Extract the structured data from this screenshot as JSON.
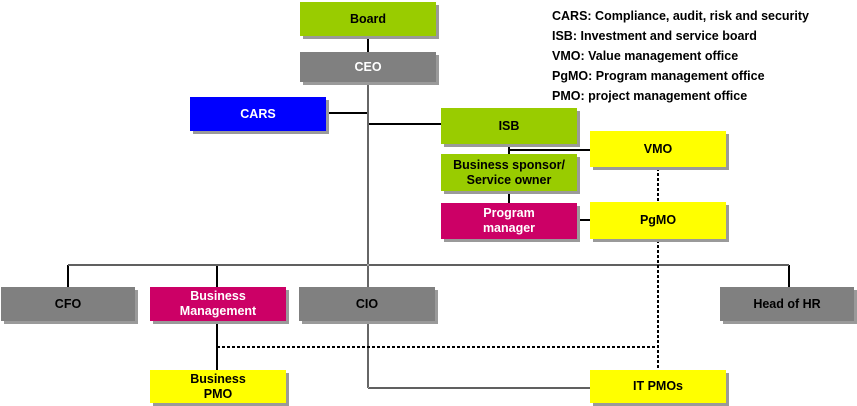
{
  "nodes": {
    "board": "Board",
    "ceo": "CEO",
    "cars": "CARS",
    "isb": "ISB",
    "vmo": "VMO",
    "business_sponsor_line1": "Business sponsor/",
    "business_sponsor_line2": "Service owner",
    "program_manager_line1": "Program",
    "program_manager_line2": "manager",
    "pgmo": "PgMO",
    "cfo": "CFO",
    "business_management_line1": "Business",
    "business_management_line2": "Management",
    "cio": "CIO",
    "head_of_hr": "Head of HR",
    "business_pmo_line1": "Business",
    "business_pmo_line2": "PMO",
    "it_pmos": "IT PMOs"
  },
  "legend": [
    "CARS: Compliance, audit, risk and security",
    "ISB: Investment and service board",
    "VMO: Value management office",
    "PgMO: Program management office",
    "PMO: project management office"
  ],
  "colors": {
    "green": "#99cc00",
    "grey": "#808080",
    "blue": "#0000ff",
    "magenta": "#cc0066",
    "yellow": "#ffff00"
  }
}
